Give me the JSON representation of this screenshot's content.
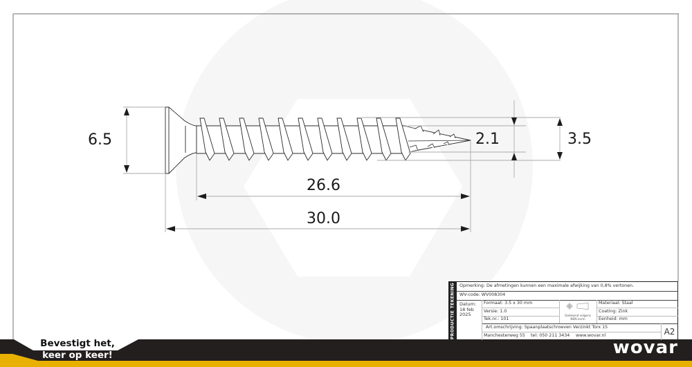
{
  "drawing": {
    "type": "technical-drawing",
    "subject": "countersunk chipboard screw",
    "dimensions": {
      "head_diameter": "6.5",
      "thread_length": "26.6",
      "total_length": "30.0",
      "core_diameter": "2.1",
      "thread_diameter": "3.5"
    }
  },
  "title_block": {
    "side_label": "PRODUCTIE TEKENING",
    "remark": "Opmerking: De afmetingen kunnen een maximale afwijking van 0,8% vertonen.",
    "wv_code": "WV-code: WV008304",
    "date_label": "Datum:",
    "date_value_line1": "18 feb",
    "date_value_line2": "2025",
    "format": "Formaat: 3.5 x 30 mm",
    "version": "Versie: 1.0",
    "drawing_number": "Tek.nr.: 101",
    "projection_note_line1": "Getekend volgens",
    "projection_note_line2": "NEN-norm",
    "material": "Materiaal: Staal",
    "coating": "Coating: Zink",
    "unit": "Eenheid: mm",
    "description": "Art.omschrijving:  Spaanplaatschroeven Verzinkt Torx 15",
    "address": "Manchesterweg 55",
    "phone": "tel: 050 211 3434",
    "website": "www.wovar.nl",
    "sheet_size": "A2"
  },
  "footer": {
    "slogan_line1": "Bevestigt het,",
    "slogan_line2": "keer op keer!",
    "brand": "wovar",
    "colors": {
      "dark": "#231f1e",
      "yellow": "#e8b000",
      "frame": "#888888"
    }
  }
}
